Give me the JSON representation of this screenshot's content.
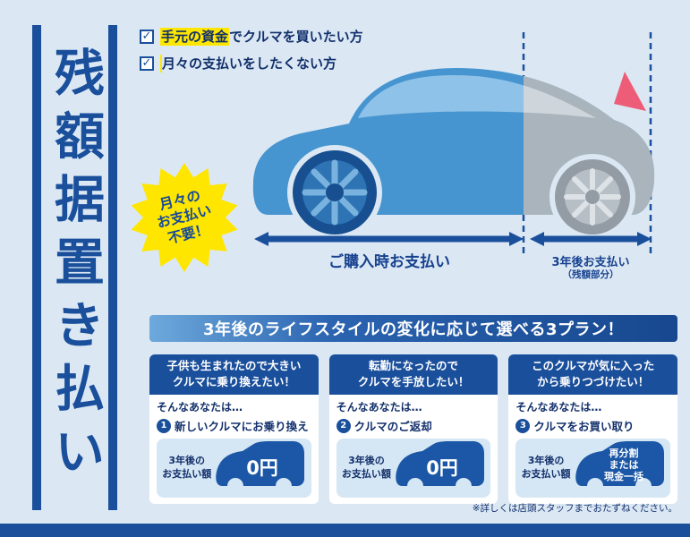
{
  "icons": {
    "check": "✓"
  },
  "colors": {
    "background": "#dbe8f4",
    "primary_navy": "#1a4f9c",
    "highlight_yellow": "#ffe600",
    "car_blue": "#4795d0",
    "car_residual_gray": "#aab4bc",
    "taillight_red": "#ee5d78"
  },
  "title": {
    "vertical": "残額据置き払い"
  },
  "checklist": [
    {
      "mark": "手元の資金",
      "rest": "でクルマを買いたい方"
    },
    {
      "mark": "",
      "rest": "月々の支払いをしたくない方"
    }
  ],
  "badge": {
    "lines": [
      "月々の",
      "お支払い",
      "不要！"
    ]
  },
  "payment": {
    "purchase_label": "ご購入時お支払い",
    "later_label": "3年後お支払い",
    "later_sublabel": "（残額部分）"
  },
  "banner": {
    "text": "3年後のライフスタイルの変化に応じて選べる3プラン！"
  },
  "plans": [
    {
      "header_line1": "子供も生まれたので大きい",
      "header_line2": "クルマに乗り換えたい！",
      "lead": "そんなあなたは…",
      "number": "1",
      "action": "新しいクルマにお乗り換え",
      "price_label_line1": "3年後の",
      "price_label_line2": "お支払い額",
      "price": "0円"
    },
    {
      "header_line1": "転勤になったので",
      "header_line2": "クルマを手放したい！",
      "lead": "そんなあなたは…",
      "number": "2",
      "action": "クルマのご返却",
      "price_label_line1": "3年後の",
      "price_label_line2": "お支払い額",
      "price": "0円"
    },
    {
      "header_line1": "このクルマが気に入った",
      "header_line2": "から乗りつづけたい！",
      "lead": "そんなあなたは…",
      "number": "3",
      "action": "クルマをお買い取り",
      "price_label_line1": "3年後の",
      "price_label_line2": "お支払い額",
      "price_lines": [
        "再分割",
        "または",
        "現金一括"
      ]
    }
  ],
  "footnote": "※詳しくは店頭スタッフまでおたずねください。"
}
